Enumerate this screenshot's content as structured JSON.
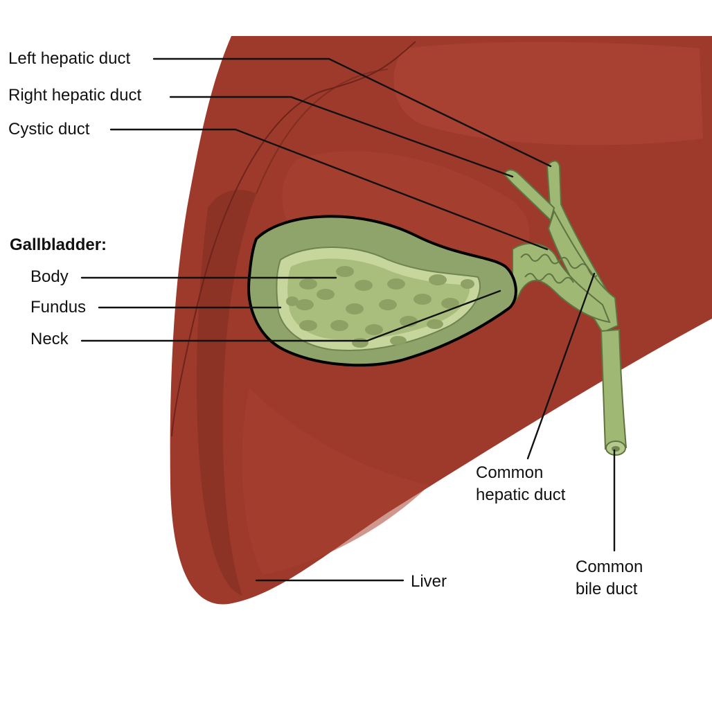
{
  "labels": {
    "left_hepatic_duct": "Left hepatic duct",
    "right_hepatic_duct": "Right hepatic duct",
    "cystic_duct": "Cystic duct",
    "gallbladder_heading": "Gallbladder:",
    "body": "Body",
    "fundus": "Fundus",
    "neck": "Neck",
    "common_hepatic_duct_line1": "Common",
    "common_hepatic_duct_line2": "hepatic duct",
    "common_bile_duct_line1": "Common",
    "common_bile_duct_line2": "bile duct",
    "liver": "Liver"
  },
  "colors": {
    "liver_base": "#9e3a2c",
    "liver_dark": "#8a3226",
    "liver_light": "#a84232",
    "gallbladder_outer": "#8fa46a",
    "gallbladder_inner": "#a9bd7c",
    "gallbladder_spots": "#8ca064",
    "duct": "#9fb874",
    "duct_outline": "#5f7340",
    "leader_lines": "#111111"
  }
}
